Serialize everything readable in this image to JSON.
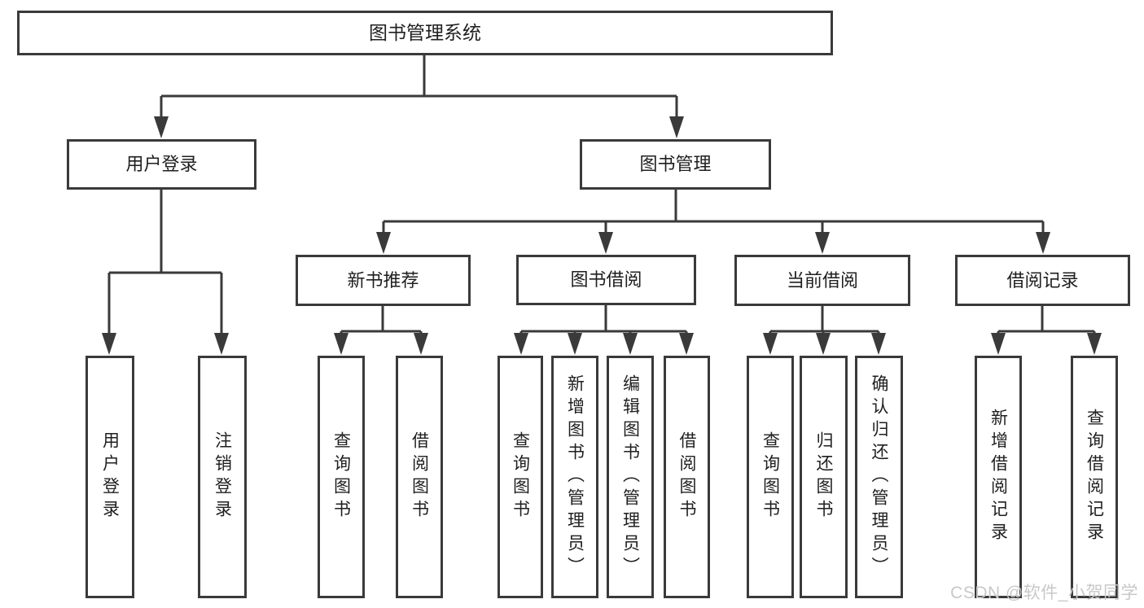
{
  "diagram": {
    "root": {
      "label": "图书管理系统"
    },
    "user_login": {
      "label": "用户登录",
      "children": [
        "用户登录",
        "注销登录"
      ]
    },
    "book_management": {
      "label": "图书管理"
    },
    "new_book": {
      "label": "新书推荐",
      "children": [
        "查询图书",
        "借阅图书"
      ]
    },
    "borrow": {
      "label": "图书借阅",
      "children": [
        "查询图书",
        "新增图书（管理员）",
        "编辑图书（管理员）",
        "借阅图书"
      ]
    },
    "current": {
      "label": "当前借阅",
      "children": [
        "查询图书",
        "归还图书",
        "确认归还（管理员）"
      ]
    },
    "records": {
      "label": "借阅记录",
      "children": [
        "新增借阅记录",
        "查询借阅记录"
      ]
    }
  },
  "watermark": {
    "text": "CSDN @软件_小贺同学"
  },
  "colors": {
    "line": "#3a3a3a",
    "text": "#1f1f1f",
    "watermark": "#c8c8c8",
    "background": "#ffffff"
  }
}
